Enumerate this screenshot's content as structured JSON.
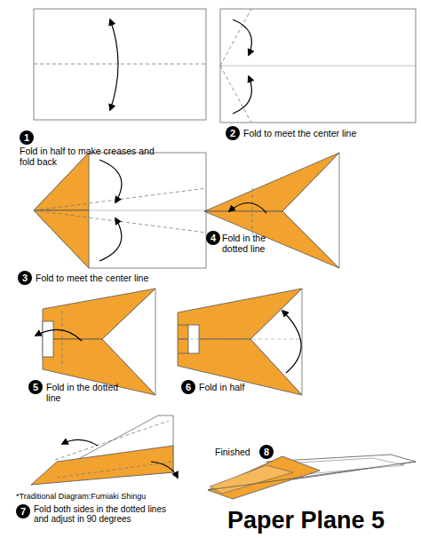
{
  "diagram": {
    "title": "Paper Plane 5",
    "labels": [
      "1",
      "Fold in half to make creases and fold back",
      "2",
      "Fold to meet the center line",
      "3",
      "Fold to meet the center line",
      "4",
      "Fold in the dotted line",
      "5",
      "Fold in the dotted line",
      "6",
      "Fold in half",
      "7",
      "Fold both sides in the dotted lines and adjust in 90 degrees",
      "Finished",
      "8",
      "*Traditional Diagram:Fumiaki Shingu"
    ]
  }
}
